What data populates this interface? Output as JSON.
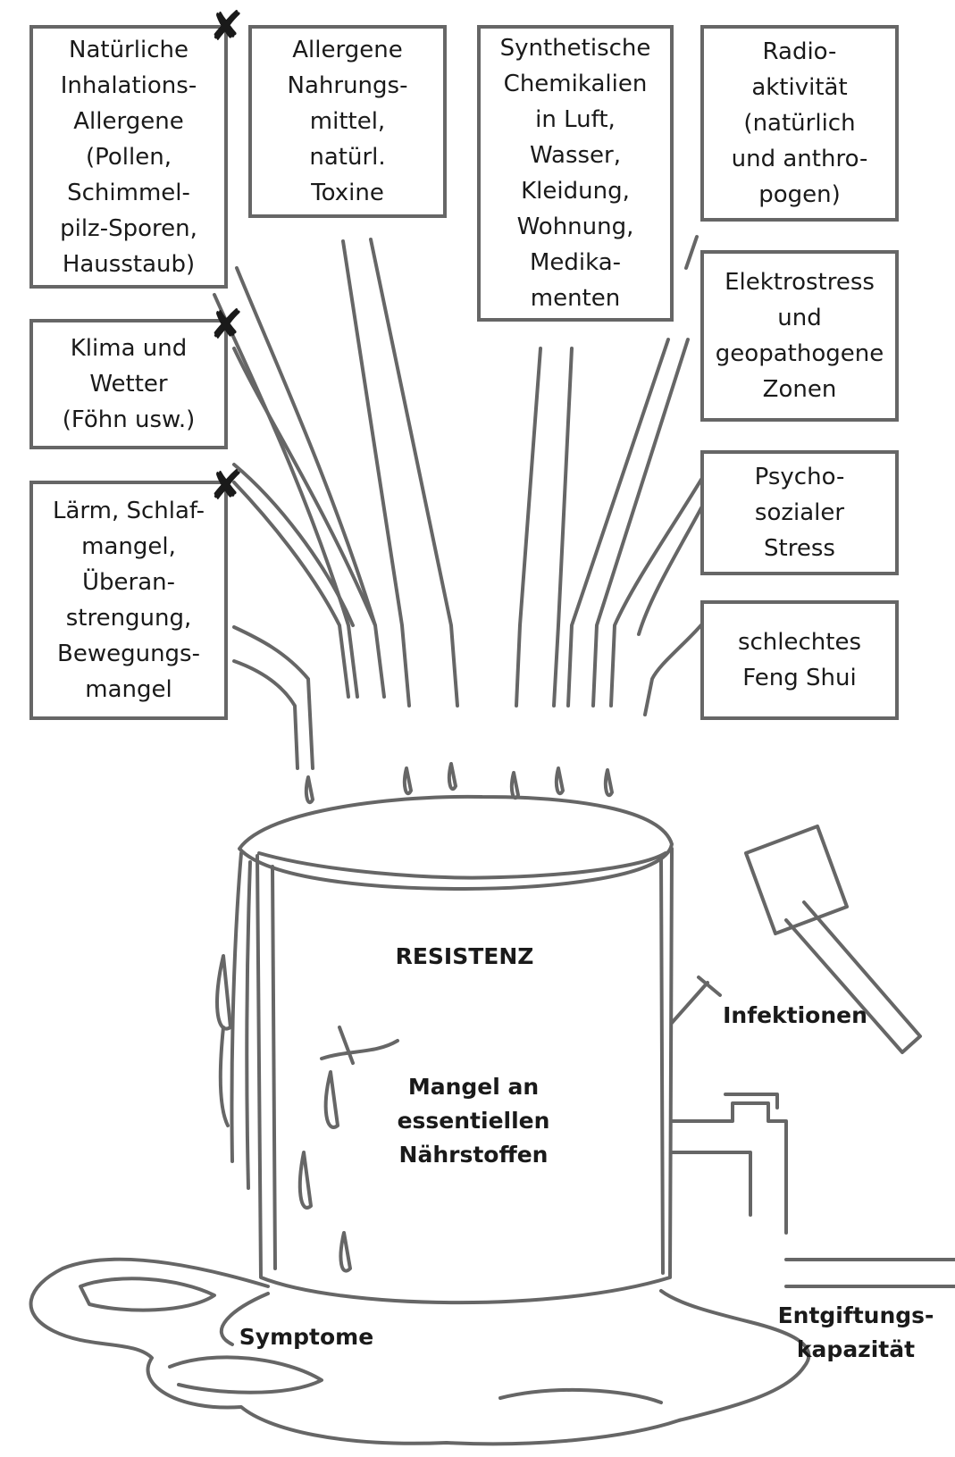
{
  "sources_left": [
    "Natürliche\nInhalations-\nAllergene\n(Pollen,\nSchimmel-\npilz-Sporen,\nHausstaub)",
    "Klima und\nWetter\n(Föhn usw.)",
    "Lärm, Schlaf-\nmangel,\nÜberan-\nstrengung,\nBewegungs-\nmangel"
  ],
  "sources_top": [
    "Allergene\nNahrungs-\nmittel,\nnatürl.\nToxine",
    "Synthetische\nChemikalien\nin Luft,\nWasser,\nKleidung,\nWohnung,\nMedika-\nmenten"
  ],
  "sources_right": [
    "Radio-\naktivität\n(natürlich\nund anthro-\npogen)",
    "Elektrostress\nund\ngeopathogene\nZonen",
    "Psycho-\nsozialer\nStress",
    "schlechtes\nFeng Shui"
  ],
  "labels": {
    "resistance": "RESISTENZ",
    "nutrients": "Mangel an\nessentiellen\nNährstoffen",
    "infections": "Infektionen",
    "symptoms": "Symptome",
    "detox": "Entgiftungs-\nkapazität"
  },
  "cross_mark": "✘",
  "colors": {
    "line": "#666666",
    "text": "#1a1a1a",
    "background": "#ffffff"
  }
}
